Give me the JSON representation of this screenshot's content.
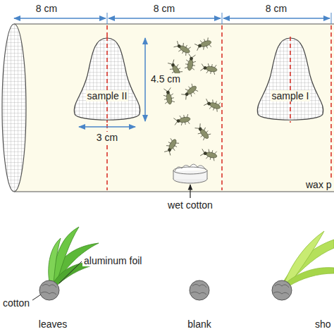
{
  "diagram": {
    "nodes": [
      {
        "text": [
          "sample II"
        ]
      },
      {
        "text": [
          "sample I"
        ]
      }
    ],
    "labels": [
      "8 cm",
      "8 cm",
      "8 cm",
      "4.5 cm",
      "3 cm",
      "wet cotton",
      "wax p",
      "aluminum foil",
      "cotton",
      "leaves",
      "blank",
      "sho"
    ]
  }
}
